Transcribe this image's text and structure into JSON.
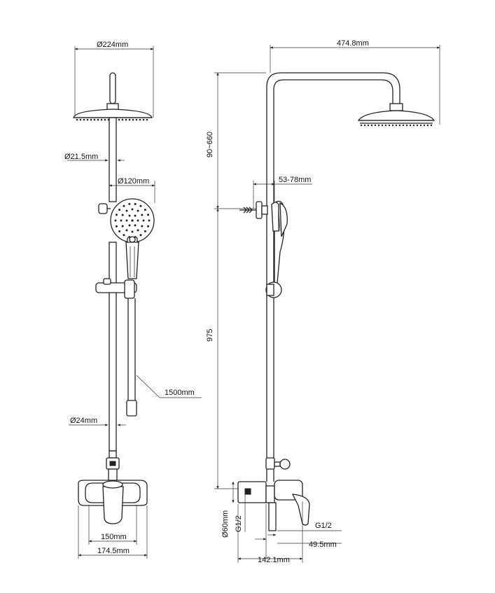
{
  "dimensions": {
    "front_head_diameter": "Ø224mm",
    "front_pipe_diameter": "Ø21.5mm",
    "front_handshower_diameter": "Ø120mm",
    "front_hose_length": "1500mm",
    "front_rail_diameter": "Ø24mm",
    "front_inner_width": "150mm",
    "front_outer_width": "174.5mm",
    "side_arm_reach": "474.8mm",
    "side_adjust_height": "90~660",
    "side_wall_bracket": "53-78mm",
    "side_total_height": "975",
    "side_escutcheon": "Ø60mm",
    "side_thread_left": "G1/2",
    "side_thread_right": "G1/2",
    "side_projection": "49.5mm",
    "side_depth": "142.1mm"
  }
}
